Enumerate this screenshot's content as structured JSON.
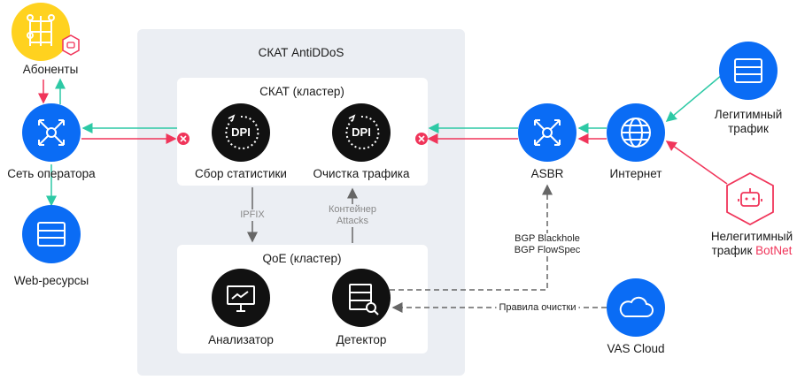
{
  "nodes": {
    "subscribers": "Абоненты",
    "operator_network": "Сеть оператора",
    "web_resources": "Web-ресурсы",
    "asbr": "ASBR",
    "internet": "Интернет",
    "legit_line1": "Легитимный",
    "legit_line2": "трафик",
    "illegit_line1": "Нелегитимный",
    "illegit_line2": "трафик",
    "botnet": "BotNet",
    "vas_cloud": "VAS Cloud"
  },
  "skat": {
    "title": "СКАТ AntiDDoS",
    "cluster_title": "СКАТ (кластер)",
    "dpi_label": "DPI",
    "stats": "Сбор статистики",
    "cleaning": "Очистка трафика"
  },
  "qoe": {
    "cluster_title": "QoE (кластер)",
    "analyzer": "Анализатор",
    "detector": "Детектор"
  },
  "edges": {
    "ipfix": "IPFIX",
    "container1": "Контейнер",
    "container2": "Attacks",
    "bgp1": "BGP Blackhole",
    "bgp2": "BGP FlowSpec",
    "rules": "Правила очистки"
  },
  "colors": {
    "blue": "#0A6CF5",
    "yellow": "#FFD21F",
    "green": "#2DC9A5",
    "red": "#F0355A",
    "grey": "#EBEEF3",
    "dark": "#111111"
  }
}
